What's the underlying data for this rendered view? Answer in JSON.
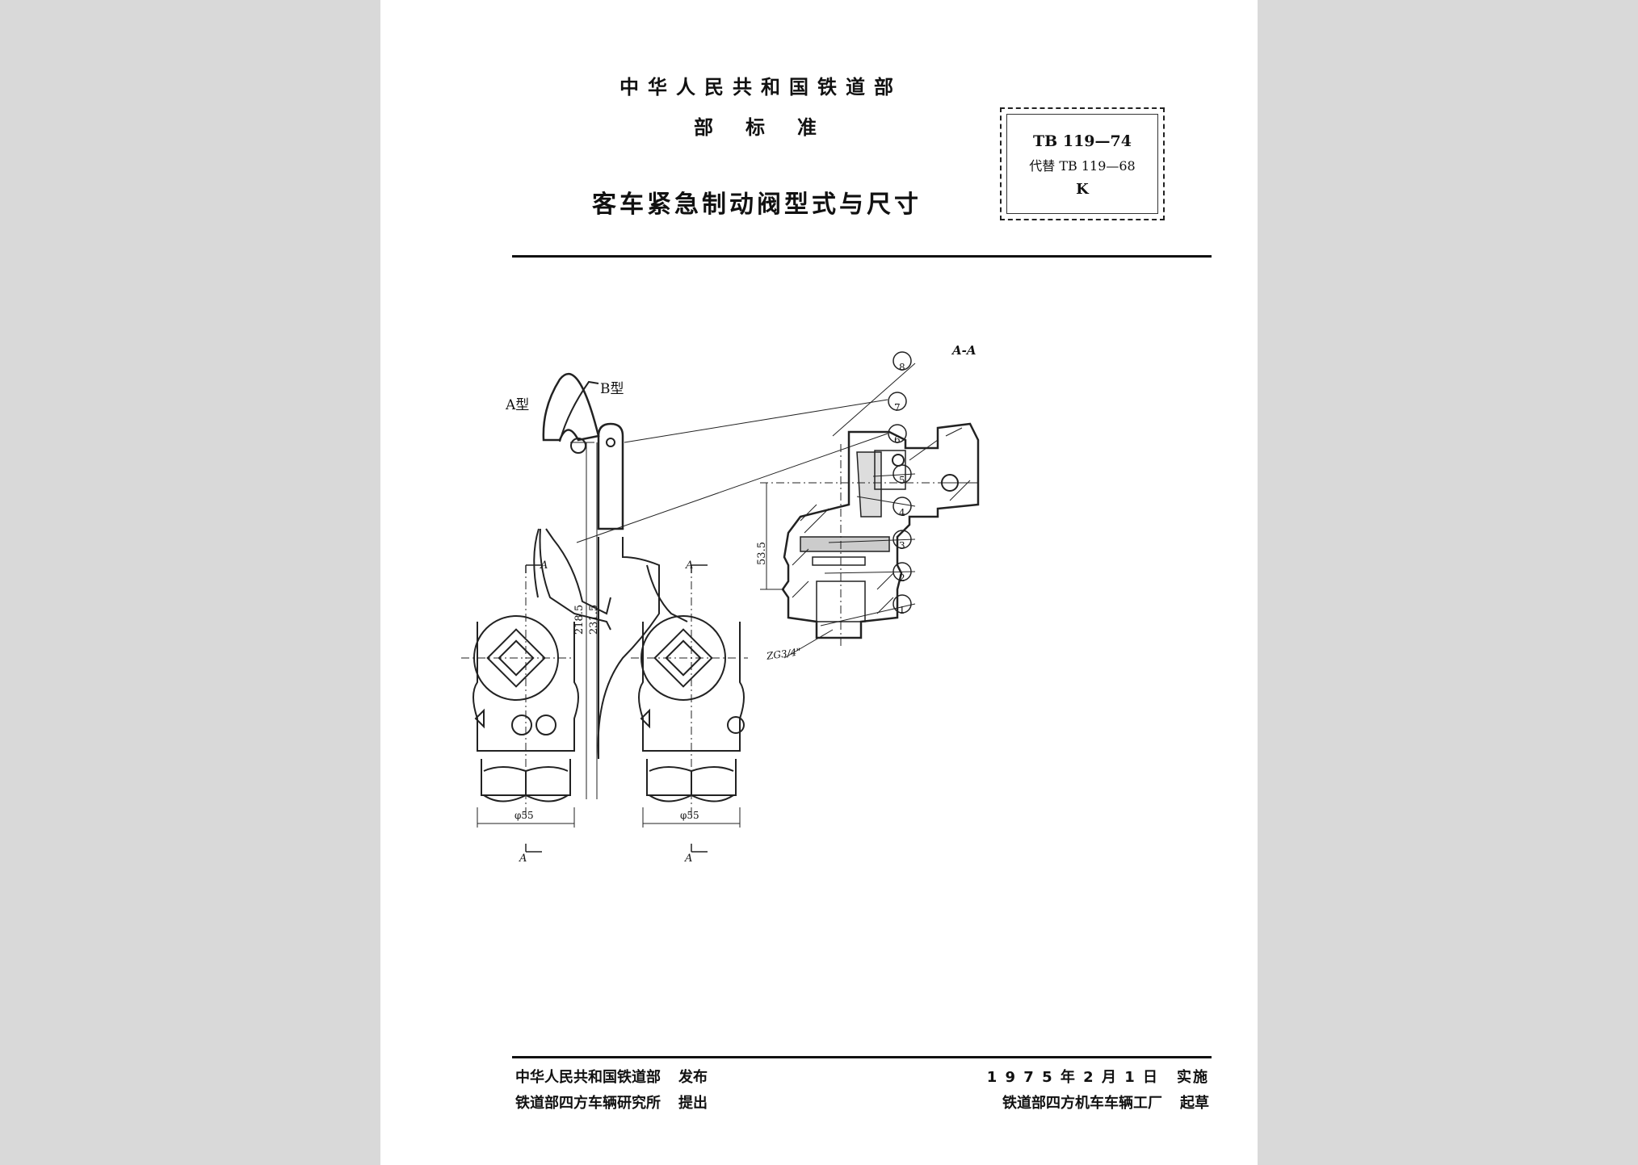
{
  "header": {
    "ministry": "中华人民共和国铁道部",
    "standard_type": "部标准",
    "title": "客车紧急制动阀型式与尺寸"
  },
  "code_box": {
    "code": "TB 119—74",
    "replaces": "代替 TB 119—68",
    "classification": "K"
  },
  "drawing": {
    "label_a": "A型",
    "label_b": "B型",
    "section_label": "A-A",
    "cut_marks": [
      "A",
      "A",
      "A",
      "A"
    ],
    "dim_height_a": "218.5",
    "dim_height_b": "231.5",
    "dim_dia_a": "φ55",
    "dim_dia_b": "φ55",
    "dim_section": "53.5",
    "thread": "ZG3/4\"",
    "part_numbers": [
      "1",
      "2",
      "3",
      "4",
      "5",
      "6",
      "7",
      "8"
    ]
  },
  "footer": {
    "issuer": "中华人民共和国铁道部",
    "issuer_action": "发布",
    "proposer": "铁道部四方车辆研究所",
    "proposer_action": "提出",
    "effective_date": "1 9 7 5 年 2 月 1 日",
    "effective_action": "实施",
    "drafter": "铁道部四方机车车辆工厂",
    "drafter_action": "起草"
  }
}
